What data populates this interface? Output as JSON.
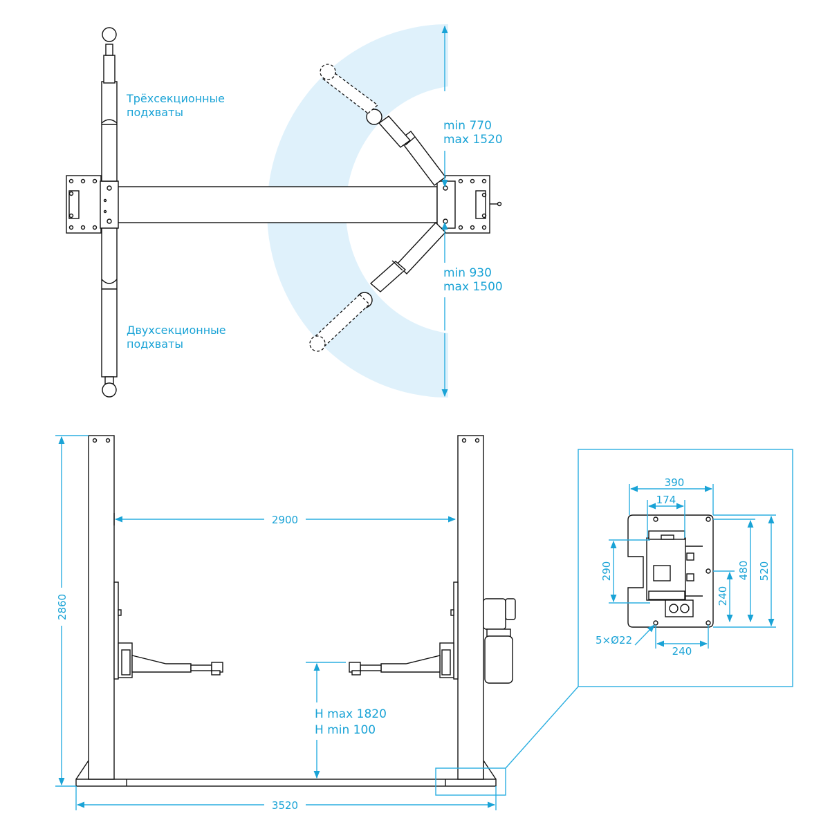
{
  "top_view": {
    "label_three_section_line1": "Трёхсекционные",
    "label_three_section_line2": "подхваты",
    "label_two_section_line1": "Двухсекционные",
    "label_two_section_line2": "подхваты",
    "front_arm_min": "min 770",
    "front_arm_max": "max 1520",
    "rear_arm_min": "min 930",
    "rear_arm_max": "max 1500"
  },
  "front_view": {
    "inner_width": "2900",
    "overall_height": "2860",
    "overall_width": "3520",
    "lift_height_max": "H max 1820",
    "lift_height_min": "H min 100"
  },
  "base_plate_detail": {
    "width_390": "390",
    "width_174": "174",
    "height_290": "290",
    "height_240": "240",
    "height_480": "480",
    "height_520": "520",
    "bottom_240": "240",
    "holes": "5×Ø22"
  },
  "colors": {
    "accent": "#1aa3d6",
    "swing_zone": "#dff1fb",
    "line": "#111111"
  }
}
